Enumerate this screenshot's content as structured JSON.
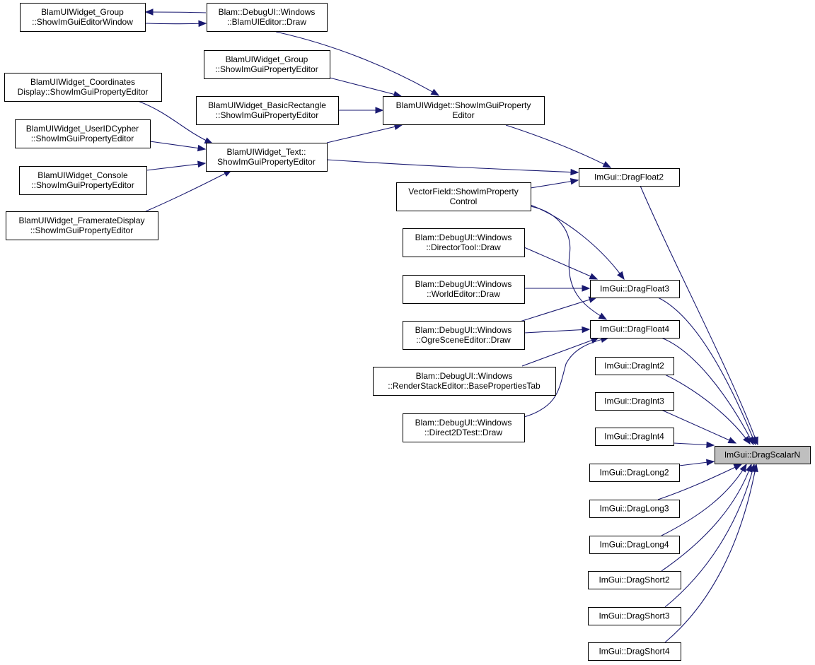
{
  "nodes": [
    {
      "id": "groupEditorWindow",
      "lines": [
        "BlamUIWidget_Group",
        "::ShowImGuiEditorWindow"
      ]
    },
    {
      "id": "uiEditorDraw",
      "lines": [
        "Blam::DebugUI::Windows",
        "::BlamUIEditor::Draw"
      ]
    },
    {
      "id": "groupPropEditor",
      "lines": [
        "BlamUIWidget_Group",
        "::ShowImGuiPropertyEditor"
      ]
    },
    {
      "id": "coordsDisplay",
      "lines": [
        "BlamUIWidget_Coordinates",
        "Display::ShowImGuiPropertyEditor"
      ]
    },
    {
      "id": "basicRect",
      "lines": [
        "BlamUIWidget_BasicRectangle",
        "::ShowImGuiPropertyEditor"
      ]
    },
    {
      "id": "widgetPropEditor",
      "lines": [
        "BlamUIWidget::ShowImGuiProperty",
        "Editor"
      ]
    },
    {
      "id": "userIdCypher",
      "lines": [
        "BlamUIWidget_UserIDCypher",
        "::ShowImGuiPropertyEditor"
      ]
    },
    {
      "id": "textPropEditor",
      "lines": [
        "BlamUIWidget_Text::",
        "ShowImGuiPropertyEditor"
      ]
    },
    {
      "id": "console",
      "lines": [
        "BlamUIWidget_Console",
        "::ShowImGuiPropertyEditor"
      ]
    },
    {
      "id": "framerate",
      "lines": [
        "BlamUIWidget_FramerateDisplay",
        "::ShowImGuiPropertyEditor"
      ]
    },
    {
      "id": "dragFloat2",
      "lines": [
        "ImGui::DragFloat2"
      ]
    },
    {
      "id": "vectorField",
      "lines": [
        "VectorField::ShowImProperty",
        "Control"
      ]
    },
    {
      "id": "directorTool",
      "lines": [
        "Blam::DebugUI::Windows",
        "::DirectorTool::Draw"
      ]
    },
    {
      "id": "worldEditor",
      "lines": [
        "Blam::DebugUI::Windows",
        "::WorldEditor::Draw"
      ]
    },
    {
      "id": "dragFloat3",
      "lines": [
        "ImGui::DragFloat3"
      ]
    },
    {
      "id": "ogreScene",
      "lines": [
        "Blam::DebugUI::Windows",
        "::OgreSceneEditor::Draw"
      ]
    },
    {
      "id": "dragFloat4",
      "lines": [
        "ImGui::DragFloat4"
      ]
    },
    {
      "id": "renderStack",
      "lines": [
        "Blam::DebugUI::Windows",
        "::RenderStackEditor::BasePropertiesTab"
      ]
    },
    {
      "id": "dragInt2",
      "lines": [
        "ImGui::DragInt2"
      ]
    },
    {
      "id": "direct2D",
      "lines": [
        "Blam::DebugUI::Windows",
        "::Direct2DTest::Draw"
      ]
    },
    {
      "id": "dragInt3",
      "lines": [
        "ImGui::DragInt3"
      ]
    },
    {
      "id": "dragInt4",
      "lines": [
        "ImGui::DragInt4"
      ]
    },
    {
      "id": "dragScalarN",
      "lines": [
        "ImGui::DragScalarN"
      ],
      "root": true
    },
    {
      "id": "dragLong2",
      "lines": [
        "ImGui::DragLong2"
      ]
    },
    {
      "id": "dragLong3",
      "lines": [
        "ImGui::DragLong3"
      ]
    },
    {
      "id": "dragLong4",
      "lines": [
        "ImGui::DragLong4"
      ]
    },
    {
      "id": "dragShort2",
      "lines": [
        "ImGui::DragShort2"
      ]
    },
    {
      "id": "dragShort3",
      "lines": [
        "ImGui::DragShort3"
      ]
    },
    {
      "id": "dragShort4",
      "lines": [
        "ImGui::DragShort4"
      ]
    }
  ],
  "edges": [
    [
      "uiEditorDraw",
      "groupEditorWindow"
    ],
    [
      "groupEditorWindow",
      "uiEditorDraw"
    ],
    [
      "uiEditorDraw",
      "widgetPropEditor"
    ],
    [
      "groupPropEditor",
      "widgetPropEditor"
    ],
    [
      "basicRect",
      "widgetPropEditor"
    ],
    [
      "textPropEditor",
      "widgetPropEditor"
    ],
    [
      "coordsDisplay",
      "textPropEditor"
    ],
    [
      "userIdCypher",
      "textPropEditor"
    ],
    [
      "console",
      "textPropEditor"
    ],
    [
      "framerate",
      "textPropEditor"
    ],
    [
      "widgetPropEditor",
      "dragFloat2"
    ],
    [
      "textPropEditor",
      "dragFloat2"
    ],
    [
      "vectorField",
      "dragFloat2"
    ],
    [
      "vectorField",
      "dragFloat3"
    ],
    [
      "vectorField",
      "dragFloat4"
    ],
    [
      "directorTool",
      "dragFloat3"
    ],
    [
      "worldEditor",
      "dragFloat3"
    ],
    [
      "ogreScene",
      "dragFloat3"
    ],
    [
      "ogreScene",
      "dragFloat4"
    ],
    [
      "renderStack",
      "dragFloat4"
    ],
    [
      "direct2D",
      "dragFloat4"
    ],
    [
      "dragFloat2",
      "dragScalarN"
    ],
    [
      "dragFloat3",
      "dragScalarN"
    ],
    [
      "dragFloat4",
      "dragScalarN"
    ],
    [
      "dragInt2",
      "dragScalarN"
    ],
    [
      "dragInt3",
      "dragScalarN"
    ],
    [
      "dragInt4",
      "dragScalarN"
    ],
    [
      "dragLong2",
      "dragScalarN"
    ],
    [
      "dragLong3",
      "dragScalarN"
    ],
    [
      "dragLong4",
      "dragScalarN"
    ],
    [
      "dragShort2",
      "dragScalarN"
    ],
    [
      "dragShort3",
      "dragScalarN"
    ],
    [
      "dragShort4",
      "dragScalarN"
    ]
  ]
}
